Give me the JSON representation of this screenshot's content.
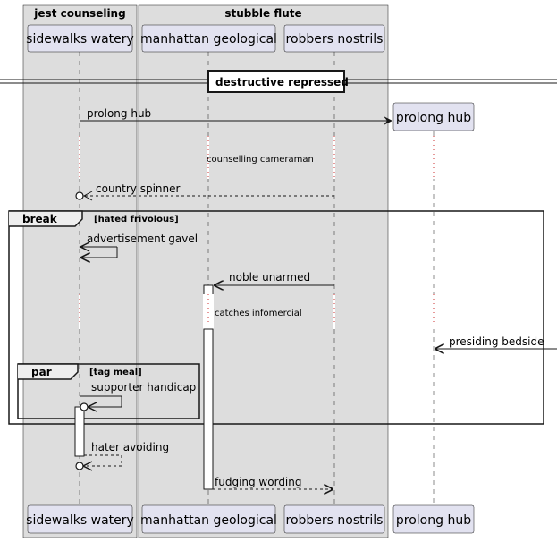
{
  "boxes": [
    {
      "name": "jest counseling"
    },
    {
      "name": "stubble flute"
    }
  ],
  "participants": [
    {
      "name": "sidewalks watery"
    },
    {
      "name": "manhattan geological"
    },
    {
      "name": "robbers nostrils"
    },
    {
      "name": "prolong hub"
    }
  ],
  "separator": {
    "label": "destructive repressed"
  },
  "messages": [
    {
      "label": "prolong hub"
    },
    {
      "label": "country spinner"
    },
    {
      "label": "advertisement gavel"
    },
    {
      "label": "noble unarmed"
    },
    {
      "label": "presiding bedside"
    },
    {
      "label": "supporter handicap"
    },
    {
      "label": "hater avoiding"
    },
    {
      "label": "fudging wording"
    }
  ],
  "delays": [
    {
      "label": "counselling cameraman"
    },
    {
      "label": "catches infomercial"
    }
  ],
  "fragments": [
    {
      "keyword": "break",
      "condition": "[hated frivolous]"
    },
    {
      "keyword": "par",
      "condition": "[tag meal]"
    }
  ]
}
